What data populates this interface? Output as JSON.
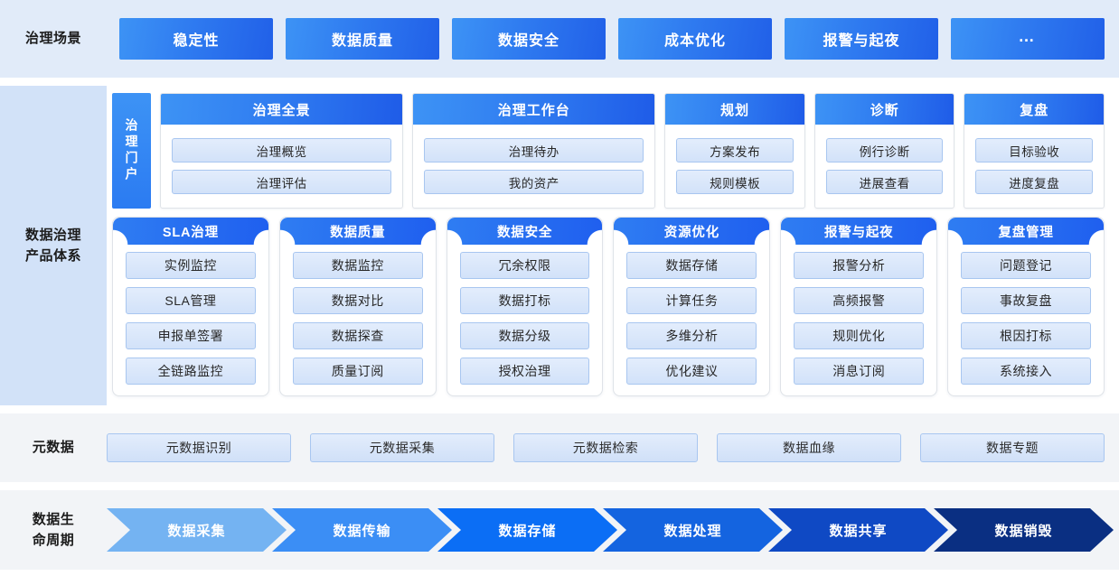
{
  "scenarios": {
    "label": "治理场景",
    "items": [
      {
        "label": "稳定性"
      },
      {
        "label": "数据质量"
      },
      {
        "label": "数据安全"
      },
      {
        "label": "成本优化"
      },
      {
        "label": "报警与起夜"
      },
      {
        "label": "…"
      }
    ]
  },
  "product_system": {
    "label_line1": "数据治理",
    "label_line2": "产品体系",
    "portal_tab": "治理门户",
    "portal_groups": [
      {
        "title": "治理全景",
        "items": [
          "治理概览",
          "治理评估"
        ]
      },
      {
        "title": "治理工作台",
        "items": [
          "治理待办",
          "我的资产"
        ]
      },
      {
        "title": "规划",
        "items": [
          "方案发布",
          "规则模板"
        ]
      },
      {
        "title": "诊断",
        "items": [
          "例行诊断",
          "进展查看"
        ]
      },
      {
        "title": "复盘",
        "items": [
          "目标验收",
          "进度复盘"
        ]
      }
    ],
    "cards": [
      {
        "title": "SLA治理",
        "items": [
          "实例监控",
          "SLA管理",
          "申报单签署",
          "全链路监控"
        ]
      },
      {
        "title": "数据质量",
        "items": [
          "数据监控",
          "数据对比",
          "数据探查",
          "质量订阅"
        ]
      },
      {
        "title": "数据安全",
        "items": [
          "冗余权限",
          "数据打标",
          "数据分级",
          "授权治理"
        ]
      },
      {
        "title": "资源优化",
        "items": [
          "数据存储",
          "计算任务",
          "多维分析",
          "优化建议"
        ]
      },
      {
        "title": "报警与起夜",
        "items": [
          "报警分析",
          "高频报警",
          "规则优化",
          "消息订阅"
        ]
      },
      {
        "title": "复盘管理",
        "items": [
          "问题登记",
          "事故复盘",
          "根因打标",
          "系统接入"
        ]
      }
    ]
  },
  "metadata": {
    "label": "元数据",
    "items": [
      "元数据识别",
      "元数据采集",
      "元数据检索",
      "数据血缘",
      "数据专题"
    ]
  },
  "lifecycle": {
    "label_line1": "数据生",
    "label_line2": "命周期",
    "stages": [
      {
        "label": "数据采集",
        "color": "#74b3f2"
      },
      {
        "label": "数据传输",
        "color": "#3b8ef5"
      },
      {
        "label": "数据存储",
        "color": "#0b6ef5"
      },
      {
        "label": "数据处理",
        "color": "#1464e0"
      },
      {
        "label": "数据共享",
        "color": "#0f49c4"
      },
      {
        "label": "数据销毁",
        "color": "#0a2f82"
      }
    ]
  },
  "colors": {
    "scene_band_bg": "#e1ebf9",
    "product_label_bg": "#d2e2f8",
    "gray_band_bg": "#f2f4f7",
    "accent_blue": "#2f7bf0",
    "pill_border": "#a8c6f0"
  }
}
